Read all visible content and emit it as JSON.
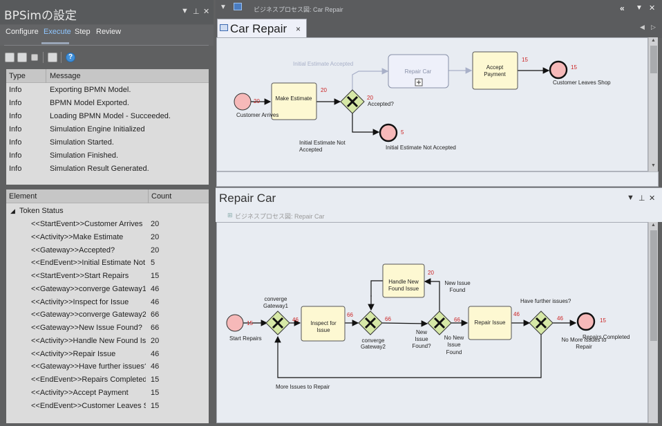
{
  "left_panel": {
    "title": "BPSimの設定",
    "tabs": [
      "Configure",
      "Execute",
      "Step",
      "Review"
    ],
    "messages_header": {
      "type": "Type",
      "message": "Message"
    },
    "messages": [
      {
        "type": "Info",
        "message": "Exporting BPMN Model."
      },
      {
        "type": "Info",
        "message": "BPMN Model Exported."
      },
      {
        "type": "Info",
        "message": "Loading BPMN Model - Succeeded."
      },
      {
        "type": "Info",
        "message": "Simulation Engine Initialized"
      },
      {
        "type": "Info",
        "message": "Simulation Started."
      },
      {
        "type": "Info",
        "message": "Simulation Finished."
      },
      {
        "type": "Info",
        "message": "Simulation Result Generated."
      }
    ],
    "results_header": {
      "element": "Element",
      "count": "Count"
    },
    "tree_root": "Token Status",
    "results": [
      {
        "element": "<<StartEvent>>Customer Arrives",
        "count": "20"
      },
      {
        "element": "<<Activity>>Make Estimate",
        "count": "20"
      },
      {
        "element": "<<Gateway>>Accepted?",
        "count": "20"
      },
      {
        "element": "<<EndEvent>>Initial Estimate Not ...",
        "count": "5"
      },
      {
        "element": "<<StartEvent>>Start Repairs",
        "count": "15"
      },
      {
        "element": "<<Gateway>>converge Gateway1",
        "count": "46"
      },
      {
        "element": "<<Activity>>Inspect for Issue",
        "count": "46"
      },
      {
        "element": "<<Gateway>>converge Gateway2",
        "count": "66"
      },
      {
        "element": "<<Gateway>>New Issue Found?",
        "count": "66"
      },
      {
        "element": "<<Activity>>Handle New Found Is...",
        "count": "20"
      },
      {
        "element": "<<Activity>>Repair Issue",
        "count": "46"
      },
      {
        "element": "<<Gateway>>Have further issues?",
        "count": "46"
      },
      {
        "element": "<<EndEvent>>Repairs Completed",
        "count": "15"
      },
      {
        "element": "<<Activity>>Accept Payment",
        "count": "15"
      },
      {
        "element": "<<EndEvent>>Customer Leaves Sh...",
        "count": "15"
      }
    ]
  },
  "top_diagram": {
    "breadcrumb": "ビジネスプロセス図: Car Repair",
    "tab_title": "Car Repair",
    "tab_close": "×",
    "nodes": {
      "customer_arrives": "Customer Arrives",
      "make_estimate": "Make Estimate",
      "accepted": "Accepted?",
      "repair_car": "Repair Car",
      "accept_payment": [
        "Accept",
        "Payment"
      ],
      "customer_leaves": "Customer Leaves Shop",
      "not_accepted_end": "Initial Estimate Not Accepted",
      "not_accepted_flow": [
        "Initial Estimate Not",
        "Accepted"
      ],
      "accepted_flow": "Initial Estimate Accepted"
    },
    "counts": {
      "customer_arrives": "20",
      "make_estimate": "20",
      "accepted": "20",
      "not_accepted": "5",
      "accept_payment": "15",
      "customer_leaves": "15"
    }
  },
  "bottom_diagram": {
    "title": "Repair Car",
    "breadcrumb": "ビジネスプロセス図: Repair Car",
    "nodes": {
      "start_repairs": "Start Repairs",
      "converge1": [
        "converge",
        "Gateway1"
      ],
      "inspect": [
        "Inspect for",
        "Issue"
      ],
      "converge2": [
        "converge",
        "Gateway2"
      ],
      "handle_new": [
        "Handle New",
        "Found Issue"
      ],
      "new_issue_gateway": [
        "New",
        "Issue",
        "Found?"
      ],
      "new_issue_found": [
        "New Issue",
        "Found"
      ],
      "no_new_issue": [
        "No New",
        "Issue",
        "Found"
      ],
      "repair_issue": "Repair Issue",
      "have_further": "Have further issues?",
      "no_more": [
        "No More Issues to",
        "Repair"
      ],
      "repairs_completed": "Repairs Completed",
      "more_issues": "More Issues to Repair"
    },
    "counts": {
      "start_repairs": "15",
      "converge1": "46",
      "converge2": "66",
      "handle_new": "20",
      "new_issue": "66",
      "repair_issue": "46",
      "have_further": "46",
      "repairs_completed": "15"
    }
  },
  "colors": {
    "activity_fill": "#fdf8d2",
    "gateway_fill": "#d6e8a6",
    "event_fill": "#f6b9b9",
    "count_red": "#cc2222",
    "canvas_bg": "#e8ecf2"
  }
}
